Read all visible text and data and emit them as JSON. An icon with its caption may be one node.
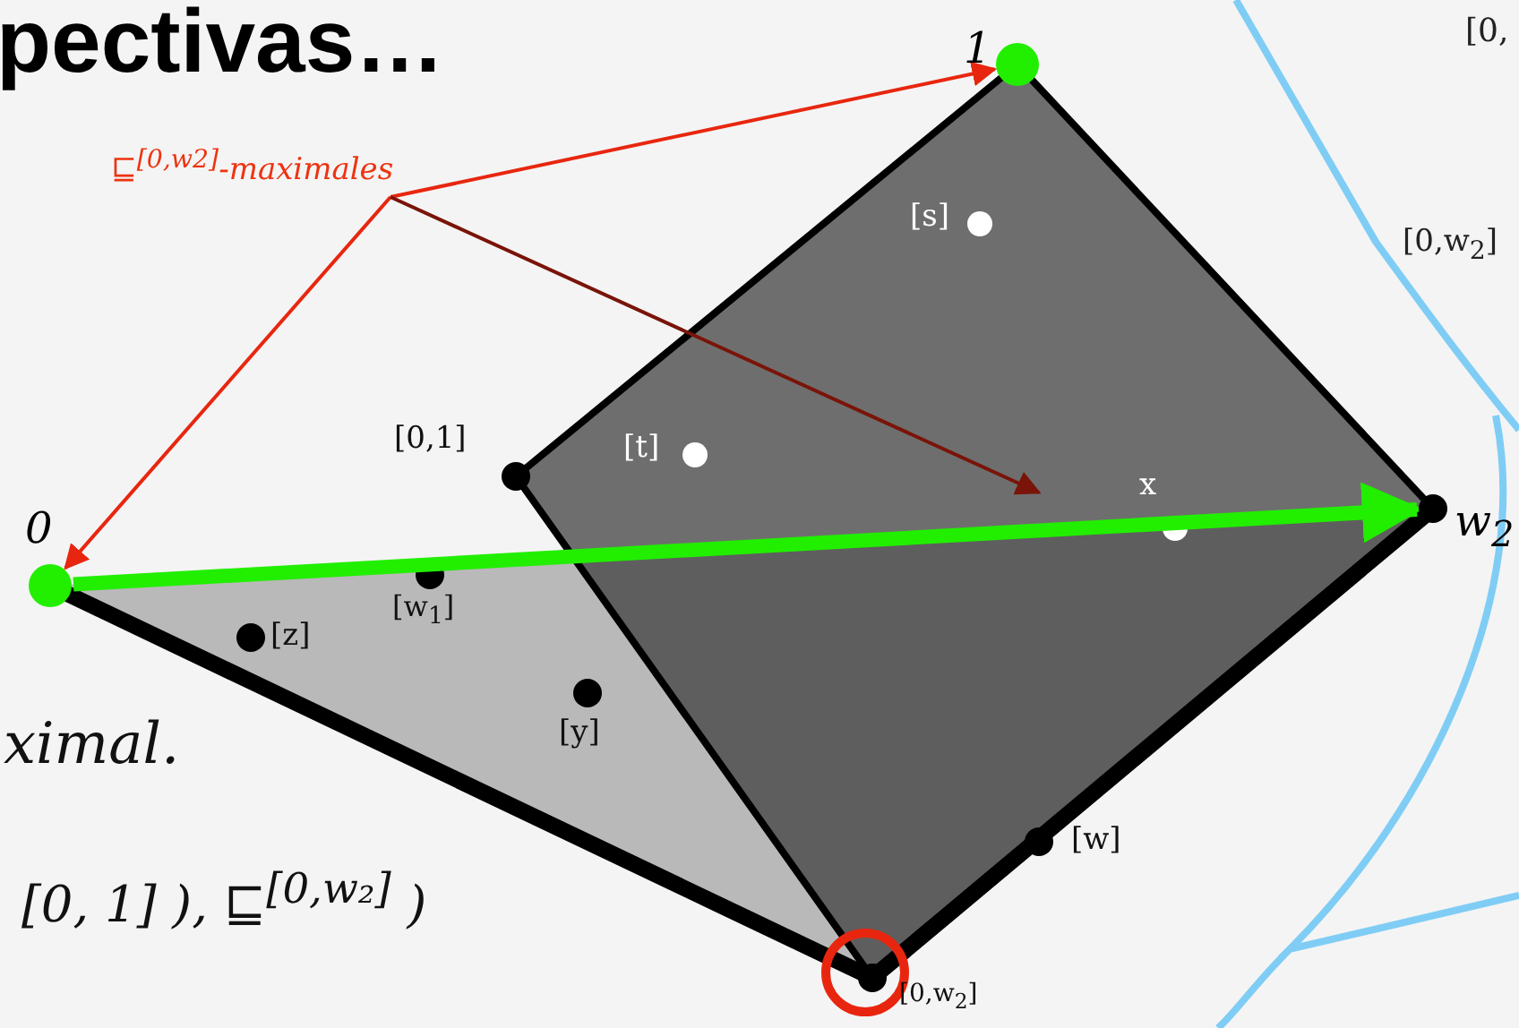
{
  "diagram": {
    "title": "pectivas…",
    "nodes": [
      {
        "text": [
          "⊑$^{[0,w2]}$-maximales"
        ]
      },
      {
        "text": [],
        "shape": "circle",
        "beside": [
          "1"
        ]
      },
      {
        "text": [],
        "shape": "circle",
        "beside": [
          "0"
        ]
      },
      {
        "text": [],
        "shape": "circle",
        "beside": [
          "w$_{2}$"
        ]
      }
    ],
    "edges": [
      {
        "from": 0,
        "to": 1,
        "arrow": "to"
      },
      {
        "from": 0,
        "to": 2,
        "arrow": "to"
      },
      {
        "from": 0,
        "to": null,
        "arrow": "to",
        "color": "#7a1408"
      },
      {
        "from": 2,
        "to": 3,
        "arrow": "to",
        "style": "thick",
        "color": "#22ee00"
      }
    ],
    "labels": [
      "[0,",
      "[s]",
      "[0,w$_{2}$]",
      "[0,1]",
      "[t]",
      "x",
      "[w$_{1}$]",
      "[z]",
      "[y]",
      "ximal.",
      "[0, 1] ), ⊑$^{[0,w₂]}$ )",
      "[w]",
      "[0,w$_{2}$]"
    ]
  }
}
